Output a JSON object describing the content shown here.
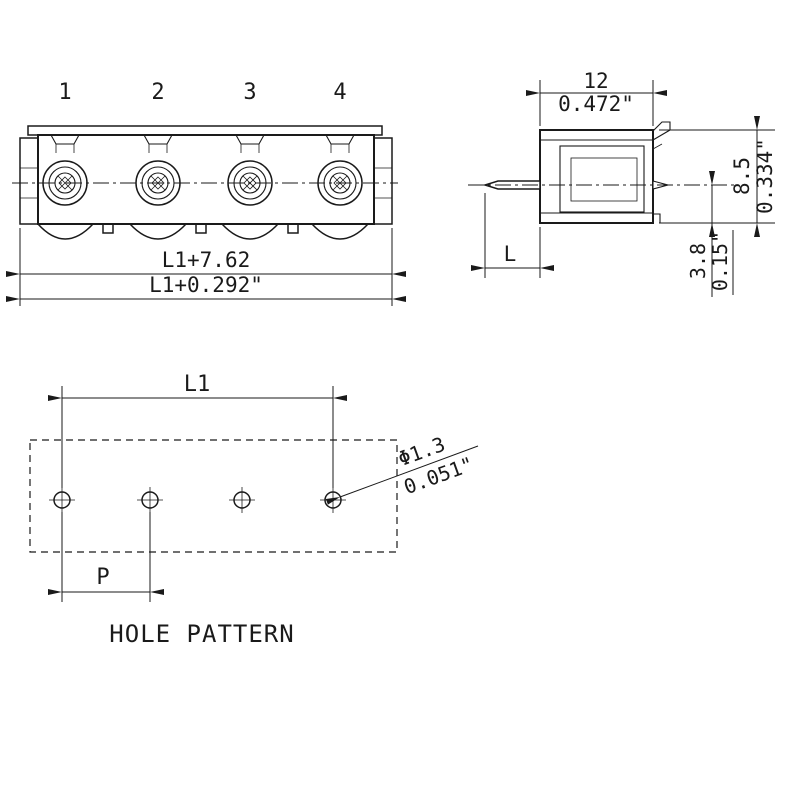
{
  "front_view": {
    "pin_labels": [
      "1",
      "2",
      "3",
      "4"
    ],
    "overall_width_mm": "L1+7.62",
    "overall_width_in": "L1+0.292\""
  },
  "side_view": {
    "depth_mm": "12",
    "depth_in": "0.472\"",
    "height_mm": "8.5",
    "height_in": "0.334\"",
    "pin_offset_mm": "3.8",
    "pin_offset_in": "0.15\"",
    "pin_length_label": "L"
  },
  "hole_pattern": {
    "span_label": "L1",
    "pitch_label": "P",
    "hole_diameter_mm": "Φ1.3",
    "hole_diameter_in": "0.051\"",
    "caption": "HOLE PATTERN"
  }
}
